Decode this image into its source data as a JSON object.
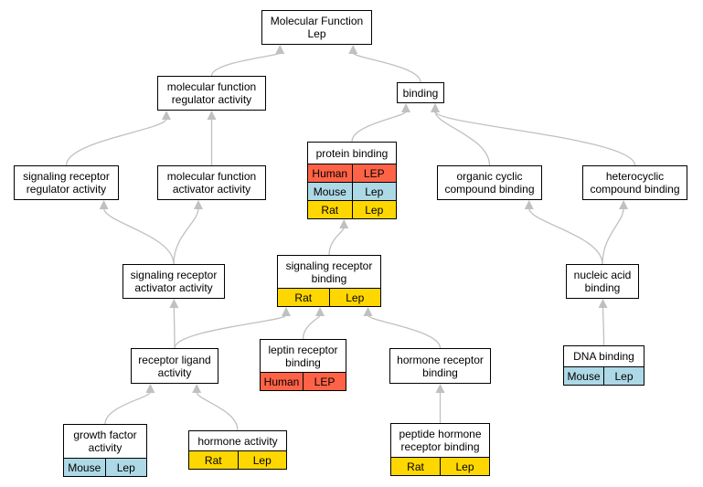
{
  "colors": {
    "human": "#ff6347",
    "mouse": "#add8e6",
    "rat": "#ffd700",
    "edge": "#c0c0c0"
  },
  "nodes": {
    "root": {
      "title": "Molecular Function\nLep",
      "rows": []
    },
    "mfra": {
      "title": "molecular function\nregulator activity",
      "rows": []
    },
    "binding": {
      "title": "binding",
      "rows": []
    },
    "protbind": {
      "title": "protein binding",
      "rows": [
        {
          "species": "Human",
          "gene": "LEP",
          "color": "#ff6347"
        },
        {
          "species": "Mouse",
          "gene": "Lep",
          "color": "#add8e6"
        },
        {
          "species": "Rat",
          "gene": "Lep",
          "color": "#ffd700"
        }
      ]
    },
    "srra": {
      "title": "signaling receptor\nregulator activity",
      "rows": []
    },
    "mfaa": {
      "title": "molecular function\nactivator activity",
      "rows": []
    },
    "occb": {
      "title": "organic cyclic\ncompound binding",
      "rows": []
    },
    "hcb": {
      "title": "heterocyclic\ncompound binding",
      "rows": []
    },
    "sraa": {
      "title": "signaling receptor\nactivator activity",
      "rows": []
    },
    "srb": {
      "title": "signaling receptor\nbinding",
      "rows": [
        {
          "species": "Rat",
          "gene": "Lep",
          "color": "#ffd700"
        }
      ]
    },
    "nab": {
      "title": "nucleic acid\nbinding",
      "rows": []
    },
    "rla": {
      "title": "receptor ligand\nactivity",
      "rows": []
    },
    "lrb": {
      "title": "leptin receptor\nbinding",
      "rows": [
        {
          "species": "Human",
          "gene": "LEP",
          "color": "#ff6347"
        }
      ]
    },
    "hrb": {
      "title": "hormone receptor\nbinding",
      "rows": []
    },
    "dnab": {
      "title": "DNA binding",
      "rows": [
        {
          "species": "Mouse",
          "gene": "Lep",
          "color": "#add8e6"
        }
      ]
    },
    "gfa": {
      "title": "growth factor\nactivity",
      "rows": [
        {
          "species": "Mouse",
          "gene": "Lep",
          "color": "#add8e6"
        }
      ]
    },
    "ha": {
      "title": "hormone activity",
      "rows": [
        {
          "species": "Rat",
          "gene": "Lep",
          "color": "#ffd700"
        }
      ]
    },
    "phrb": {
      "title": "peptide hormone\nreceptor binding",
      "rows": [
        {
          "species": "Rat",
          "gene": "Lep",
          "color": "#ffd700"
        }
      ]
    }
  },
  "edges": [
    {
      "from": "mfra",
      "to": "root"
    },
    {
      "from": "binding",
      "to": "root"
    },
    {
      "from": "protbind",
      "to": "binding"
    },
    {
      "from": "occb",
      "to": "binding"
    },
    {
      "from": "hcb",
      "to": "binding"
    },
    {
      "from": "srra",
      "to": "mfra"
    },
    {
      "from": "mfaa",
      "to": "mfra"
    },
    {
      "from": "sraa",
      "to": "srra"
    },
    {
      "from": "sraa",
      "to": "mfaa"
    },
    {
      "from": "srb",
      "to": "protbind"
    },
    {
      "from": "nab",
      "to": "occb"
    },
    {
      "from": "nab",
      "to": "hcb"
    },
    {
      "from": "rla",
      "to": "sraa"
    },
    {
      "from": "rla",
      "to": "srb"
    },
    {
      "from": "lrb",
      "to": "srb"
    },
    {
      "from": "hrb",
      "to": "srb"
    },
    {
      "from": "dnab",
      "to": "nab"
    },
    {
      "from": "gfa",
      "to": "rla"
    },
    {
      "from": "ha",
      "to": "rla"
    },
    {
      "from": "phrb",
      "to": "hrb"
    }
  ]
}
